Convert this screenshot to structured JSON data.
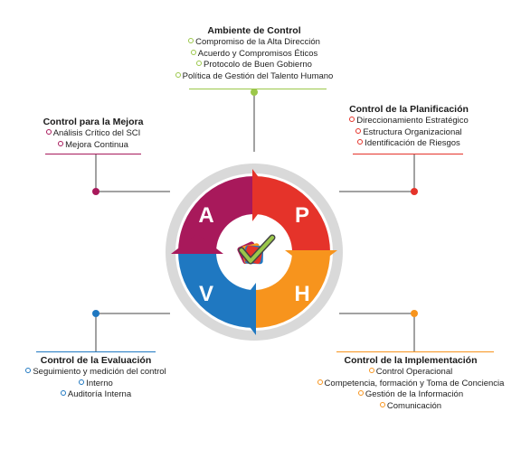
{
  "colors": {
    "green": "#9bc74a",
    "red": "#e5332a",
    "purple": "#a8195b",
    "blue": "#1f78c1",
    "orange": "#f7941d",
    "lines": "#444444",
    "ring": "#d9d9d9"
  },
  "center_letters": {
    "a": "A",
    "p": "P",
    "h": "H",
    "v": "V"
  },
  "center_icon": "check-mark-icon",
  "blocks": {
    "top": {
      "title": "Ambiente de Control",
      "items": [
        "Compromiso de la Alta Dirección",
        "Acuerdo y Compromisos Éticos",
        "Protocolo de Buen Gobierno",
        "Política de Gestión del Talento Humano"
      ]
    },
    "top_right": {
      "title": "Control de la Planificación",
      "items": [
        "Direccionamiento Estratégico",
        "Estructura Organizacional",
        "Identificación de Riesgos"
      ]
    },
    "top_left": {
      "title": "Control para la Mejora",
      "items": [
        "Análisis Crítico del SCI",
        "Mejora Continua"
      ]
    },
    "bottom_left": {
      "title": "Control de la Evaluación",
      "items": [
        "Seguimiento y medición del control",
        "Interno",
        "Auditoría Interna"
      ]
    },
    "bottom_right": {
      "title": "Control de la Implementación",
      "items": [
        "Control Operacional",
        "Competencia, formación y Toma de Conciencia",
        "Gestión de la Información",
        "Comunicación"
      ]
    }
  }
}
